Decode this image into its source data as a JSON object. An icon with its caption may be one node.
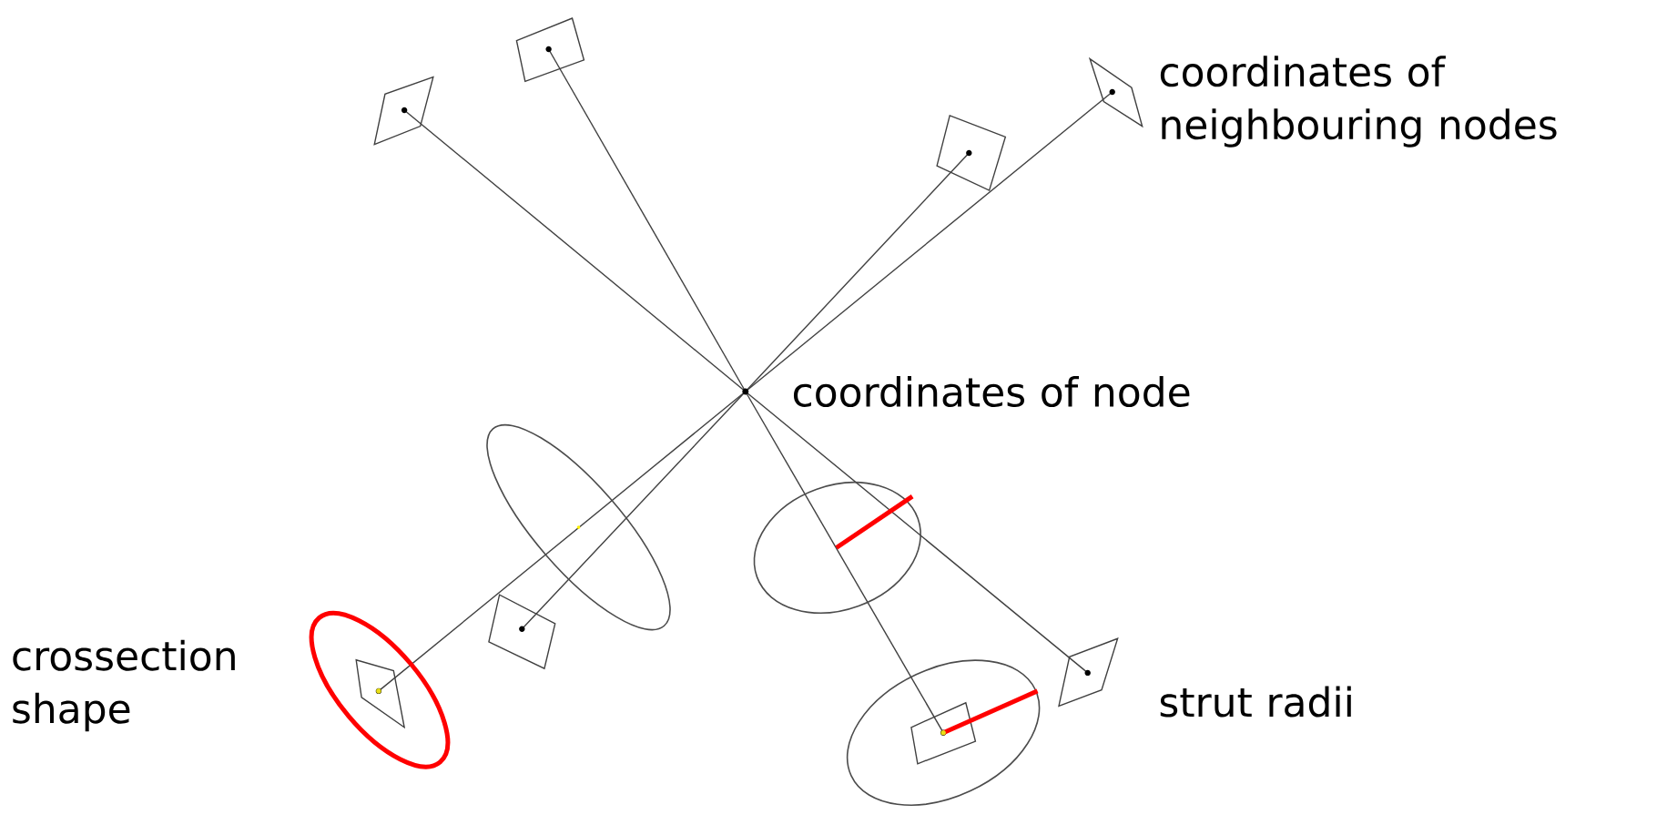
{
  "diagram": {
    "labels": [
      "coordinates of neighbouring nodes",
      "coordinates of node",
      "crossection shape",
      "strut radii"
    ]
  }
}
